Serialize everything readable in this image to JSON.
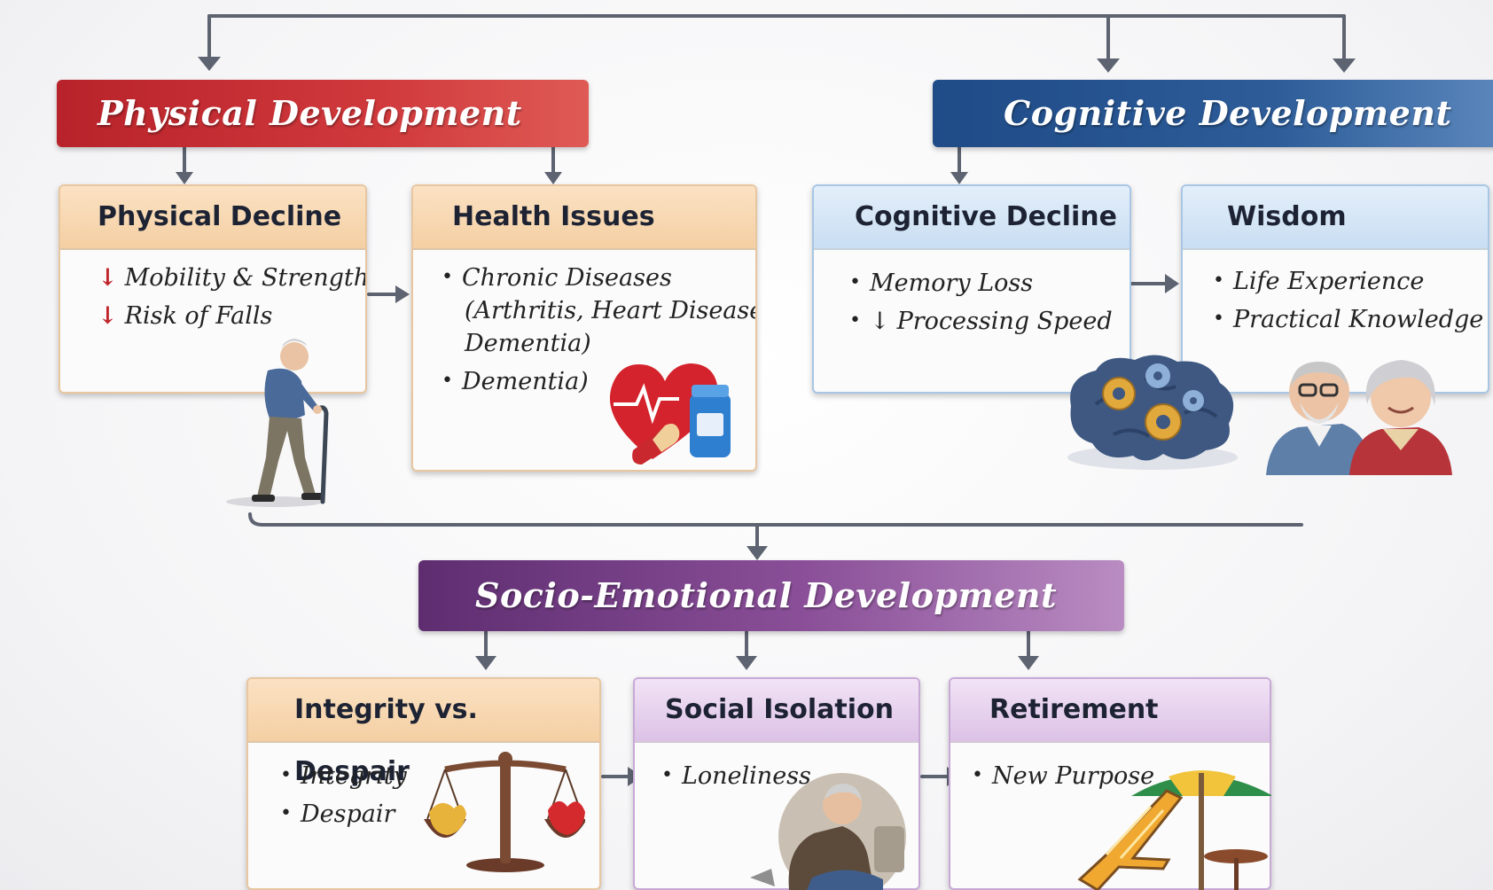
{
  "colors": {
    "physical": "#c62d32",
    "cognitive": "#2a5693",
    "socio_emotional": "#7b4489",
    "connector": "#5d6370",
    "down_arrow": "#c0272d"
  },
  "physical": {
    "title": "Physical Development",
    "decline": {
      "title": "Physical Decline",
      "items": [
        "Mobility & Strength",
        "Risk of Falls"
      ]
    },
    "health": {
      "title": "Health Issues",
      "item1": "Chronic Diseases",
      "item1_line2": "(Arthritis, Heart Disease,",
      "item1_line3": "Dementia)",
      "item2": "Dementia)"
    }
  },
  "cognitive": {
    "title": "Cognitive Development",
    "decline": {
      "title": "Cognitive Decline",
      "items": [
        "Memory Loss",
        "Processing Speed"
      ]
    },
    "wisdom": {
      "title": "Wisdom",
      "items": [
        "Life Experience",
        "Practical Knowledge"
      ]
    }
  },
  "socio": {
    "title": "Socio-Emotional Development",
    "integrity": {
      "title": "Integrity vs. Despair",
      "items": [
        "Integrity",
        "Despair"
      ]
    },
    "isolation": {
      "title": "Social Isolation",
      "items": [
        "Loneliness"
      ]
    },
    "retirement": {
      "title": "Retirement",
      "items": [
        "New Purpose"
      ]
    }
  },
  "icons": [
    "elderly-man-with-cane-icon",
    "heart-and-medicine-icon",
    "brain-gears-icon",
    "elderly-couple-icon",
    "balance-scale-icon",
    "lonely-elder-icon",
    "beach-chair-umbrella-icon"
  ]
}
